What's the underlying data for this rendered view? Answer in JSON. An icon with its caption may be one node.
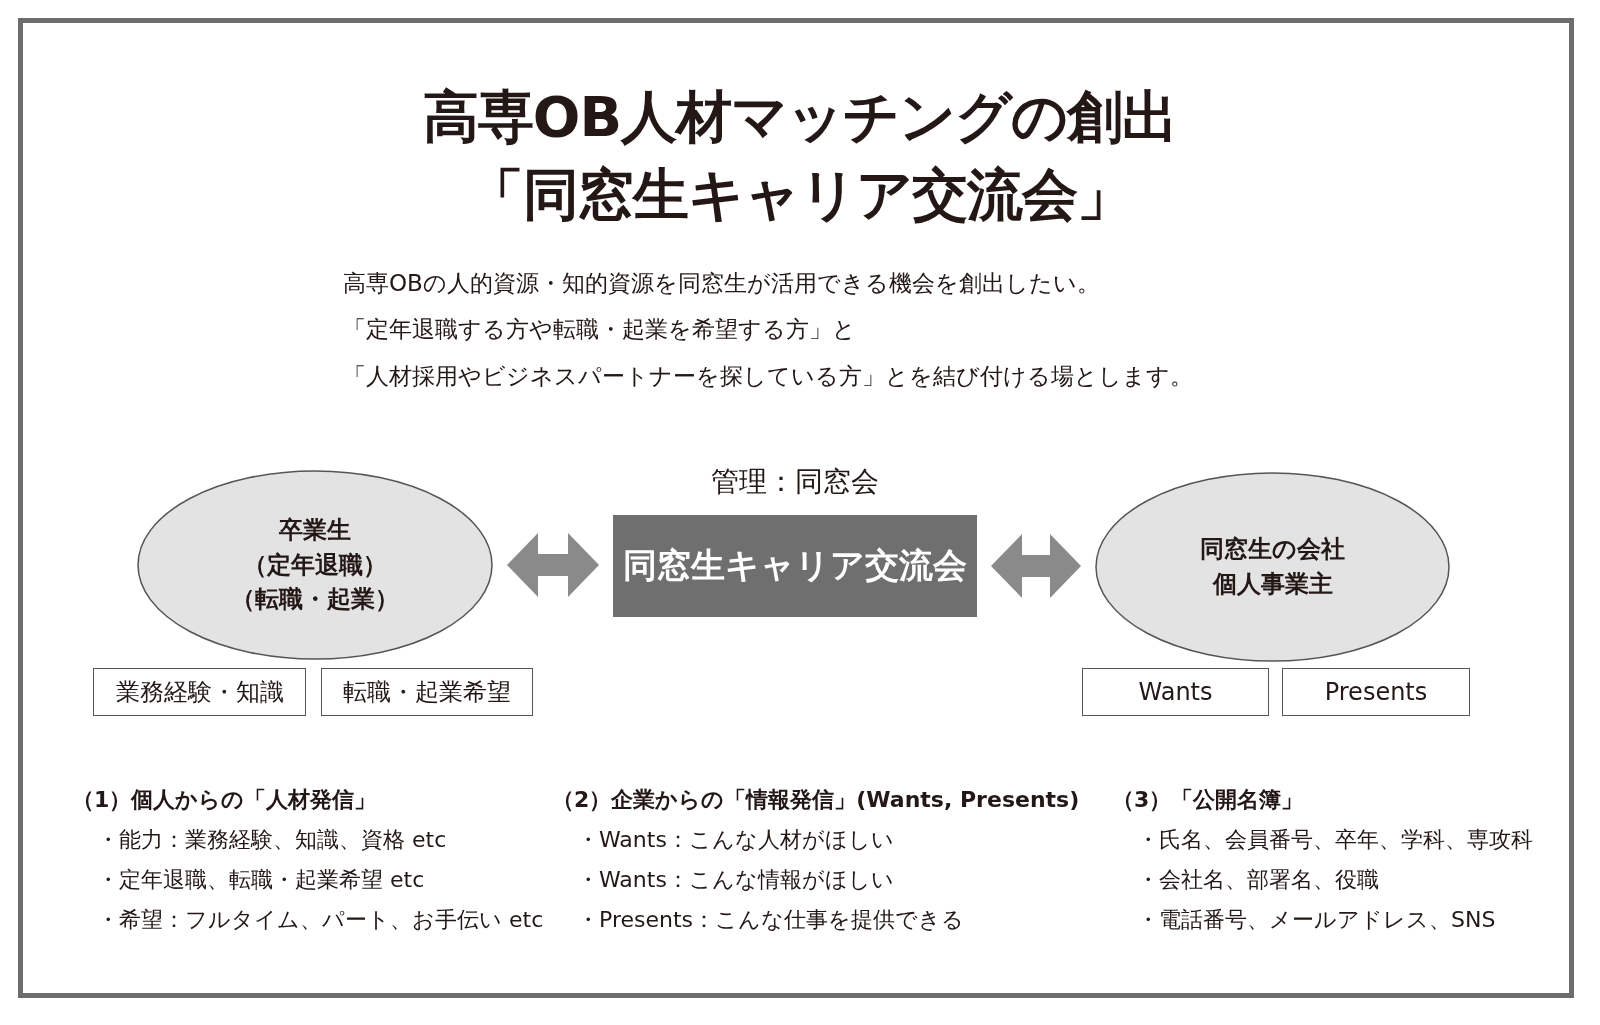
{
  "diagram": {
    "title": "高専OB人材マッチングの創出「同窓生キャリア交流会」",
    "nodes": [
      {
        "text": [
          "卒業生",
          "（定年退職）",
          "（転職・起業）"
        ]
      },
      {
        "text": [
          "同窓生キャリア交流会"
        ],
        "beside": [
          "管理：同窓会"
        ]
      },
      {
        "text": [
          "同窓生の会社",
          "個人事業主"
        ]
      },
      {
        "text": [
          "業務経験・知識"
        ]
      },
      {
        "text": [
          "転職・起業希望"
        ]
      },
      {
        "text": [
          "Wants"
        ]
      },
      {
        "text": [
          "Presents"
        ]
      }
    ],
    "edges": [
      {
        "from": 0,
        "to": 1,
        "arrow": "both"
      },
      {
        "from": 1,
        "to": 2,
        "arrow": "both"
      }
    ],
    "labels": [
      "高専OBの人的資源・知的資源を同窓生が活用できる機会を創出したい。",
      "「定年退職する方や転職・起業を希望する方」と",
      "「人材採用やビジネスパートナーを探している方」とを結び付ける場とします。",
      "（1）個人からの「人材発信」",
      "・能力：業務経験、知識、資格 etc",
      "・定年退職、転職・起業希望 etc",
      "・希望：フルタイム、パート、お手伝い etc",
      "（2）企業からの「情報発信」(Wants, Presents)",
      "・Wants：こんな人材がほしい",
      "・Wants：こんな情報がほしい",
      "・Presents：こんな仕事を提供できる",
      "（3）「公開名簿」",
      "・氏名、会員番号、卒年、学科、専攻科",
      "・会社名、部署名、役職",
      "・電話番号、メールアドレス、SNS"
    ]
  }
}
